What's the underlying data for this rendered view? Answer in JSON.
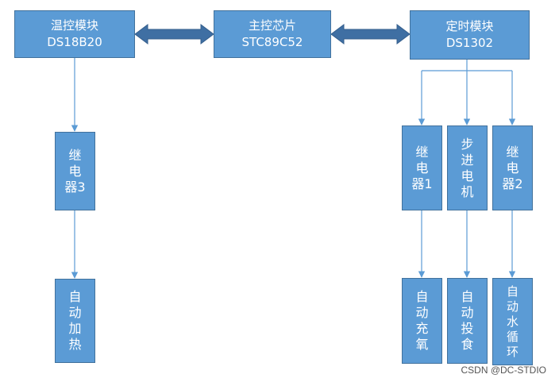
{
  "colors": {
    "box_fill": "#5b9bd5",
    "box_border": "#41719c",
    "connector": "#5b9bd5",
    "arrow_fill": "#3f6fa3",
    "box_text": "#ffffff"
  },
  "nodes": {
    "temp_module": {
      "title": "温控模块",
      "subtitle": "DS18B20"
    },
    "main_chip": {
      "title": "主控芯片",
      "subtitle": "STC89C52"
    },
    "timer_module": {
      "title": "定时模块",
      "subtitle": "DS1302"
    },
    "relay3": {
      "label": "继\n电\n器3"
    },
    "relay1": {
      "label": "继\n电\n器1"
    },
    "stepper_motor": {
      "label": "步\n进\n电\n机"
    },
    "relay2": {
      "label": "继\n电\n器2"
    },
    "auto_heat": {
      "label": "自\n动\n加\n热"
    },
    "auto_oxygen": {
      "label": "自\n动\n充\n氧"
    },
    "auto_feed": {
      "label": "自\n动\n投\n食"
    },
    "auto_water": {
      "label": "自\n动\n水\n循\n环"
    }
  },
  "watermark": "CSDN @DC-STDIO"
}
